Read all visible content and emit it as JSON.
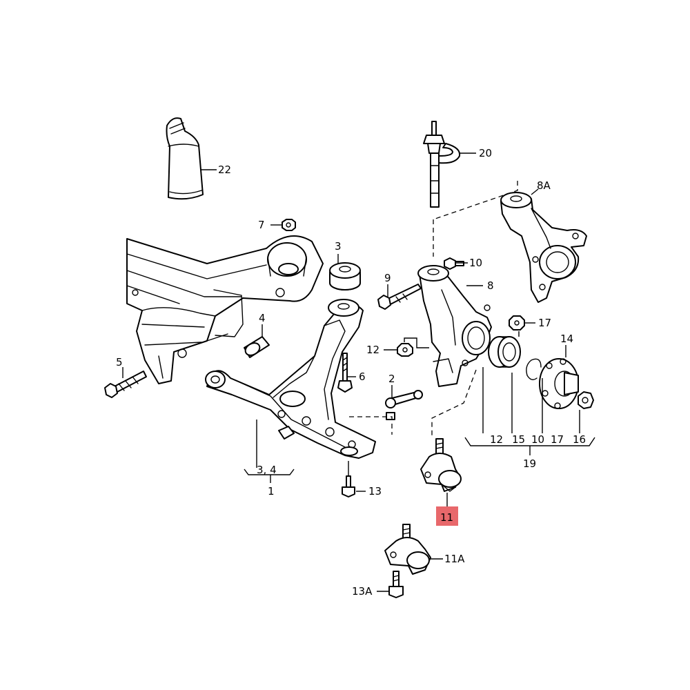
{
  "highlight_color": "#e8686b",
  "labels": {
    "p1": "1",
    "p2": "2",
    "p3": "3",
    "p3_4": "3, 4",
    "p4": "4",
    "p5": "5",
    "p6": "6",
    "p7": "7",
    "p8": "8",
    "p8a": "8A",
    "p9": "9",
    "p10": "10",
    "p11": "11",
    "p11a": "11A",
    "p12": "12",
    "p13": "13",
    "p13a": "13A",
    "p14": "14",
    "p16": "16",
    "p17": "17",
    "p19": "19",
    "p20": "20",
    "p22": "22"
  },
  "bracket_19": [
    "12",
    "15",
    "10",
    "17",
    "16"
  ]
}
